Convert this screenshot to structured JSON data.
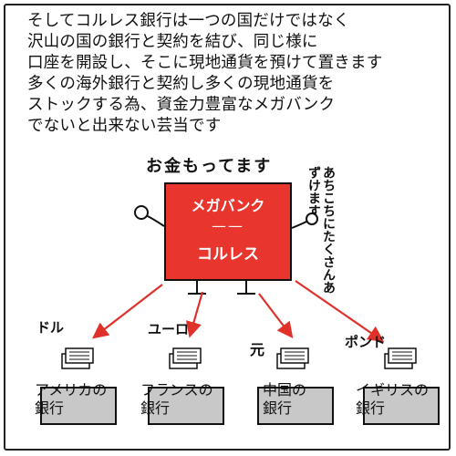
{
  "intro_lines": [
    "そしてコルレス銀行は一つの国だけではなく",
    "沢山の国の銀行と契約を結び、同じ様に",
    "口座を開設し、そこに現地通貨を預けて置きます",
    "多くの海外銀行と契約し多くの現地通貨を",
    "ストックする為、資金力豊富なメガバンク",
    "でないと出来ない芸当です"
  ],
  "top_caption": "お金もってます",
  "side_caption": "あちこちにたくさんあずけます",
  "bank": {
    "line1": "メガバンク",
    "dash": "——",
    "line2": "コルレス",
    "color": "#e8362f"
  },
  "branches": [
    {
      "currency": "ドル",
      "label1": "アメリカの",
      "label2": "銀行"
    },
    {
      "currency": "ユーロ",
      "label1": "フランスの",
      "label2": "銀行"
    },
    {
      "currency": "元",
      "label1": "中国の",
      "label2": "銀行"
    },
    {
      "currency": "ポンド",
      "label1": "イギリスの",
      "label2": "銀行"
    }
  ],
  "arrow_color": "#e0302a",
  "branch_color": "#c8c8c8"
}
